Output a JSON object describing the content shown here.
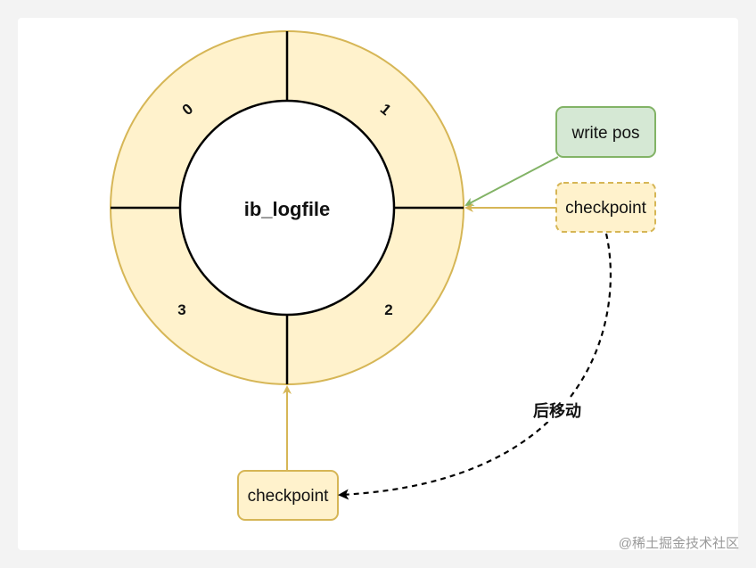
{
  "diagram": {
    "center_label": "ib_logfile",
    "segments": [
      {
        "id": "seg-0",
        "label": "0"
      },
      {
        "id": "seg-1",
        "label": "1"
      },
      {
        "id": "seg-2",
        "label": "2"
      },
      {
        "id": "seg-3",
        "label": "3"
      }
    ],
    "write_pos": {
      "label": "write pos",
      "fill": "#d5e8d4",
      "stroke": "#82b366"
    },
    "checkpoint_current": {
      "label": "checkpoint",
      "fill": "#fff2cc",
      "stroke": "#d6b656",
      "dashed": true
    },
    "checkpoint_moved": {
      "label": "checkpoint",
      "fill": "#fff2cc",
      "stroke": "#d6b656"
    },
    "move_label": "后移动",
    "ring_fill": "#fff2cc",
    "ring_stroke": "#d6b656"
  },
  "watermark": "@稀土掘金技术社区"
}
